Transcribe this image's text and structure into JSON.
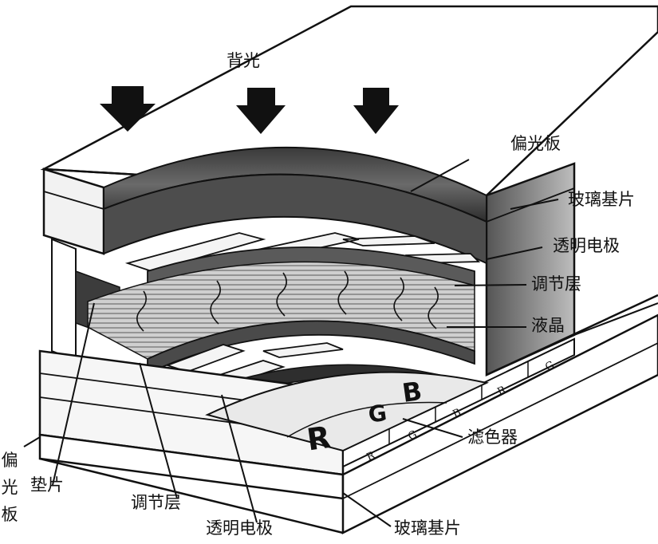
{
  "labels": {
    "backlight": "背光",
    "polarizer_top": "偏光板",
    "glass_top": "玻璃基片",
    "electrode_top": "透明电极",
    "alignment_top": "调节层",
    "liquid_crystal": "液晶",
    "color_filter": "滤色器",
    "polarizer_left": [
      "偏",
      "光",
      "板"
    ],
    "spacer": "垫片",
    "alignment_bottom": "调节层",
    "electrode_bottom": "透明电极",
    "glass_bottom": "玻璃基片"
  },
  "filter_letters": {
    "large": [
      "R",
      "G",
      "B"
    ],
    "edge": [
      "R",
      "G",
      "B",
      "R",
      "G"
    ]
  }
}
